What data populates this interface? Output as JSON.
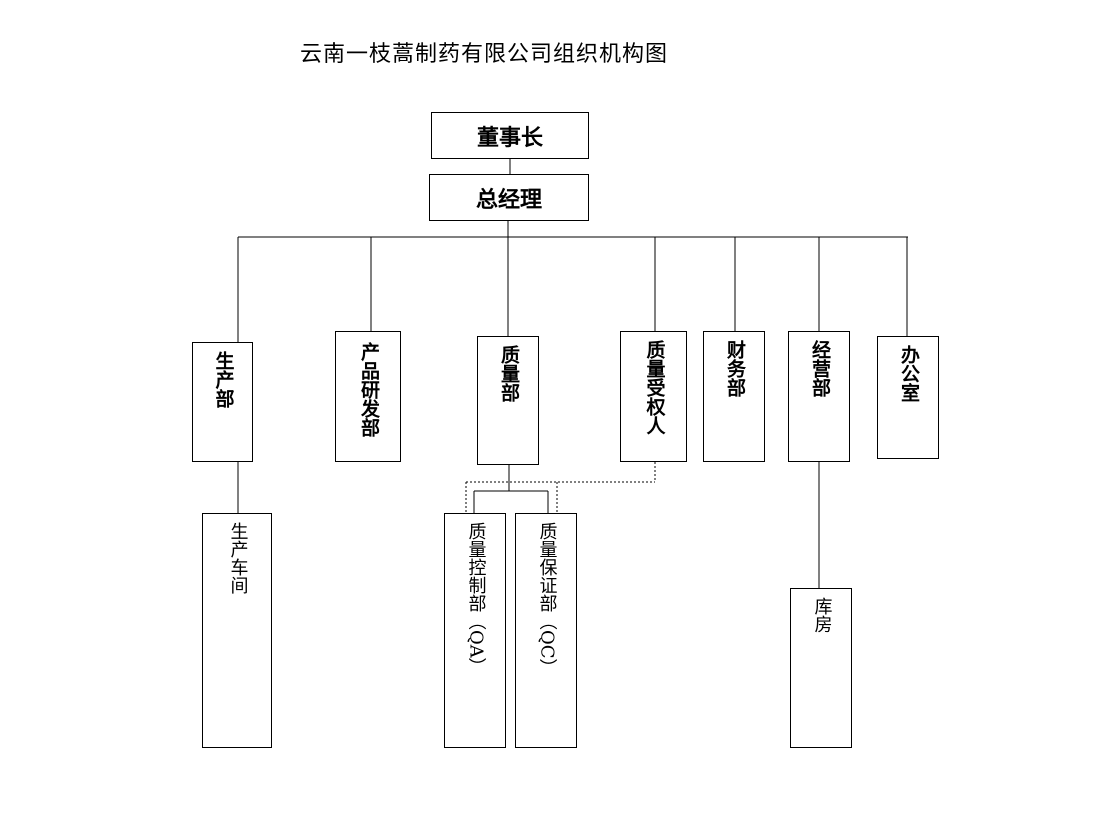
{
  "title": "云南一枝蒿制药有限公司组织机构图",
  "nodes": {
    "chairman": "董事长",
    "general_manager": "总经理",
    "production_dept": "生产部",
    "rnd_dept": "产品研发部",
    "quality_dept": "质量部",
    "quality_authorized": "质量受权人",
    "finance_dept": "财务部",
    "operations_dept": "经营部",
    "office": "办公室",
    "workshop": "生产车间",
    "qa_dept_text": "质量控制部",
    "qa_dept_abbr": "（QA）",
    "qc_dept_text": "质量保证部",
    "qc_dept_abbr": "（QC）",
    "warehouse": "库房"
  }
}
